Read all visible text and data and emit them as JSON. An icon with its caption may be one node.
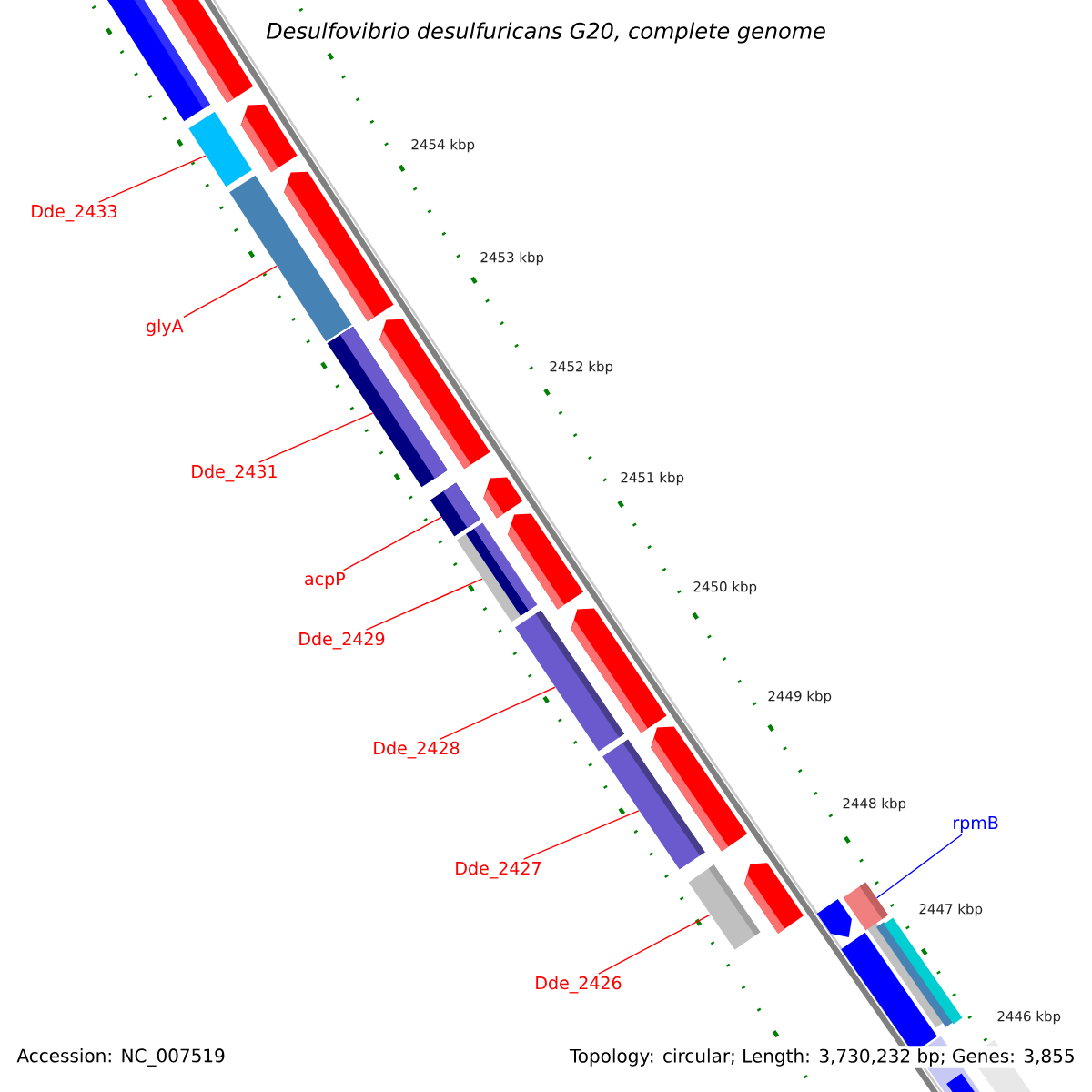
{
  "diagram": {
    "title": "Desulfovibrio desulfuricans G20, complete genome",
    "nodes": [
      {
        "text": [
          "Dde_2433"
        ]
      },
      {
        "text": [
          "glyA"
        ]
      },
      {
        "text": [
          "Dde_2431"
        ]
      },
      {
        "text": [
          "acpP"
        ]
      },
      {
        "text": [
          "Dde_2429"
        ]
      },
      {
        "text": [
          "Dde_2428"
        ]
      },
      {
        "text": [
          "rpmB"
        ]
      },
      {
        "text": [
          "Dde_2427"
        ]
      },
      {
        "text": [
          "Dde_2426"
        ]
      },
      {
        "text": [],
        "shape": "bar"
      },
      {
        "text": [],
        "shape": "bar"
      },
      {
        "text": [],
        "shape": "bar"
      },
      {
        "text": [],
        "shape": "bar"
      },
      {
        "text": [],
        "shape": "bar"
      },
      {
        "text": [],
        "shape": "bar"
      },
      {
        "text": [],
        "shape": "bar"
      },
      {
        "text": [],
        "shape": "bar"
      },
      {
        "text": [],
        "shape": "bar"
      },
      {
        "text": [],
        "shape": "bar"
      }
    ],
    "edges": [
      {
        "from": 0,
        "to": 9,
        "arrow": "none"
      },
      {
        "from": 1,
        "to": 10,
        "arrow": "none"
      },
      {
        "from": 2,
        "to": 11,
        "arrow": "none"
      },
      {
        "from": 3,
        "to": 12,
        "arrow": "none"
      },
      {
        "from": 4,
        "to": 13,
        "arrow": "none"
      },
      {
        "from": 5,
        "to": 14,
        "arrow": "none"
      },
      {
        "from": 6,
        "to": 16,
        "arrow": "none",
        "color": "#0000ff"
      },
      {
        "from": 7,
        "to": 15,
        "arrow": "none"
      },
      {
        "from": 8,
        "to": 17,
        "arrow": "none"
      }
    ],
    "labels": [
      "2454 kbp",
      "2453 kbp",
      "2452 kbp",
      "2451 kbp",
      "2450 kbp",
      "2449 kbp",
      "2448 kbp",
      "2447 kbp",
      "2446 kbp",
      "Accession: NC_007519",
      "Topology: circular; Length: 3,730,232 bp; Genes: 3,855"
    ]
  }
}
